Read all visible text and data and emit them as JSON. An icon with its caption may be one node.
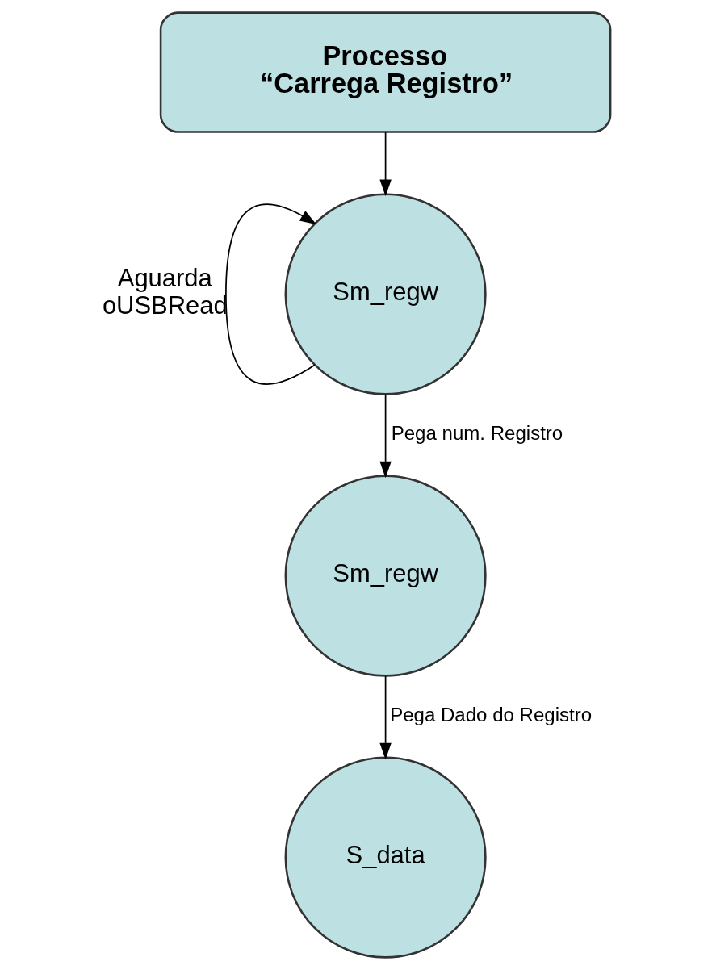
{
  "diagram": {
    "nodes": [
      {
        "text": [
          "Processo “Carrega Registro”"
        ]
      },
      {
        "text": [
          "Sm_regw"
        ]
      },
      {
        "text": [
          "Sm_regw"
        ]
      },
      {
        "text": [
          "S_data"
        ]
      }
    ],
    "edges": [
      {
        "from": 0,
        "to": 1,
        "arrow": "to"
      },
      {
        "from": 1,
        "to": 1,
        "arrow": "to",
        "label": "Aguarda oUSBRead"
      },
      {
        "from": 1,
        "to": 2,
        "arrow": "to",
        "label": "Pega num. Registro"
      },
      {
        "from": 2,
        "to": 3,
        "arrow": "to",
        "label": "Pega Dado do Registro"
      }
    ]
  }
}
